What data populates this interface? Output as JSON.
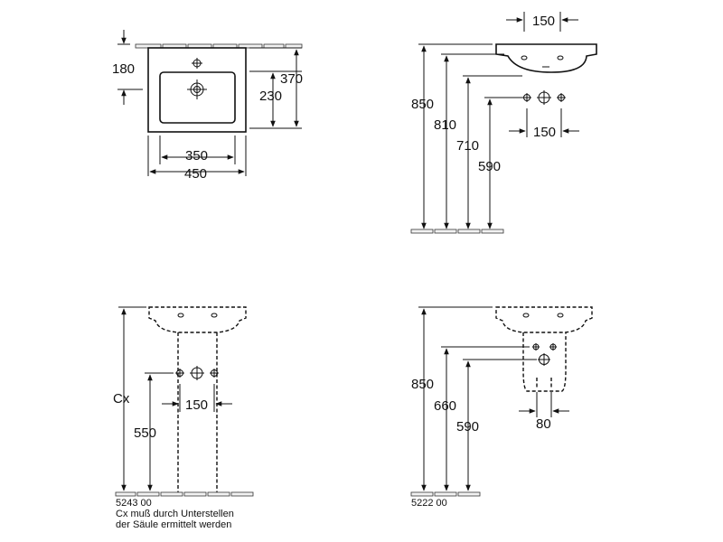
{
  "top_view": {
    "dim_180": "180",
    "dim_370": "370",
    "dim_230": "230",
    "dim_350": "350",
    "dim_450": "450"
  },
  "side_view_wall": {
    "dim_150_top": "150",
    "dim_850": "850",
    "dim_810": "810",
    "dim_710": "710",
    "dim_590": "590",
    "dim_150_bottom": "150"
  },
  "pedestal_view": {
    "dim_cx": "Cx",
    "dim_150": "150",
    "dim_550": "550",
    "article_number": "5243 00",
    "note_line1": "Cx muß durch Unterstellen",
    "note_line2": "der Säule ermittelt werden"
  },
  "semi_pedestal_view": {
    "dim_850": "850",
    "dim_660": "660",
    "dim_590": "590",
    "dim_80": "80",
    "article_number": "5222 00"
  }
}
